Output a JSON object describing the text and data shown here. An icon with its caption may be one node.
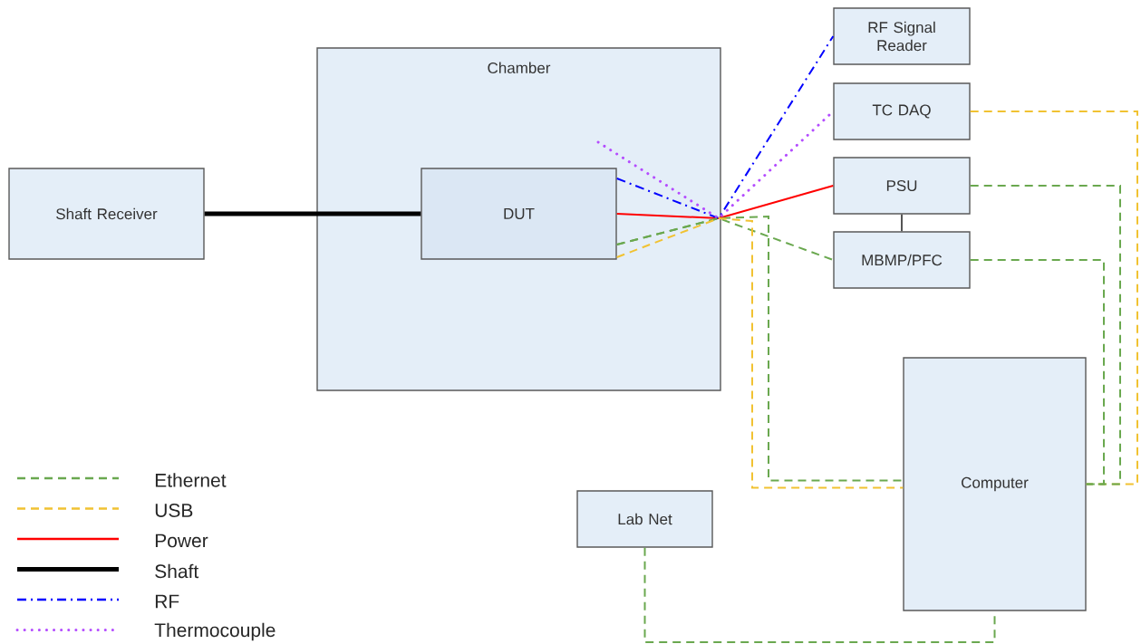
{
  "diagram": {
    "nodes": [
      {
        "text": [
          "Shaft Receiver"
        ]
      },
      {
        "text": [
          "Chamber"
        ]
      },
      {
        "text": [
          "DUT"
        ],
        "in": 1
      },
      {
        "text": [
          "RF Signal Reader"
        ]
      },
      {
        "text": [
          "TC DAQ"
        ]
      },
      {
        "text": [
          "PSU"
        ]
      },
      {
        "text": [
          "MBMP/PFC"
        ]
      },
      {
        "text": [
          "Computer"
        ]
      },
      {
        "text": [
          "Lab Net"
        ]
      }
    ],
    "edges": [
      {
        "from": 0,
        "to": 2,
        "arrow": "none",
        "style": "thick",
        "color": "#000000"
      },
      {
        "from": 2,
        "to": 5,
        "arrow": "none",
        "color": "#ff0000"
      },
      {
        "from": 2,
        "to": 3,
        "arrow": "none",
        "style": "dashed",
        "color": "#0000ff"
      },
      {
        "from": null,
        "to": 4,
        "arrow": "none",
        "style": "dashed",
        "color": "#b44cff"
      },
      {
        "from": 2,
        "to": 6,
        "arrow": "none",
        "style": "dashed",
        "color": "#6aa84f"
      },
      {
        "from": 2,
        "to": 7,
        "arrow": "none",
        "style": "dashed",
        "color": "#6aa84f"
      },
      {
        "from": 2,
        "to": 7,
        "arrow": "none",
        "style": "dashed",
        "color": "#f1c232"
      },
      {
        "from": 5,
        "to": 6,
        "arrow": "none",
        "color": "#555555"
      },
      {
        "from": 4,
        "to": 7,
        "arrow": "none",
        "style": "dashed",
        "color": "#f1c232"
      },
      {
        "from": 5,
        "to": 7,
        "arrow": "none",
        "style": "dashed",
        "color": "#6aa84f"
      },
      {
        "from": 6,
        "to": 7,
        "arrow": "none",
        "style": "dashed",
        "color": "#6aa84f"
      },
      {
        "from": 8,
        "to": 7,
        "arrow": "none",
        "style": "dashed",
        "color": "#6aa84f"
      }
    ],
    "legend": [
      {
        "text": "Ethernet"
      },
      {
        "text": "USB"
      },
      {
        "text": "Power"
      },
      {
        "text": "Shaft"
      },
      {
        "text": "RF"
      },
      {
        "text": "Thermocouple"
      }
    ]
  }
}
